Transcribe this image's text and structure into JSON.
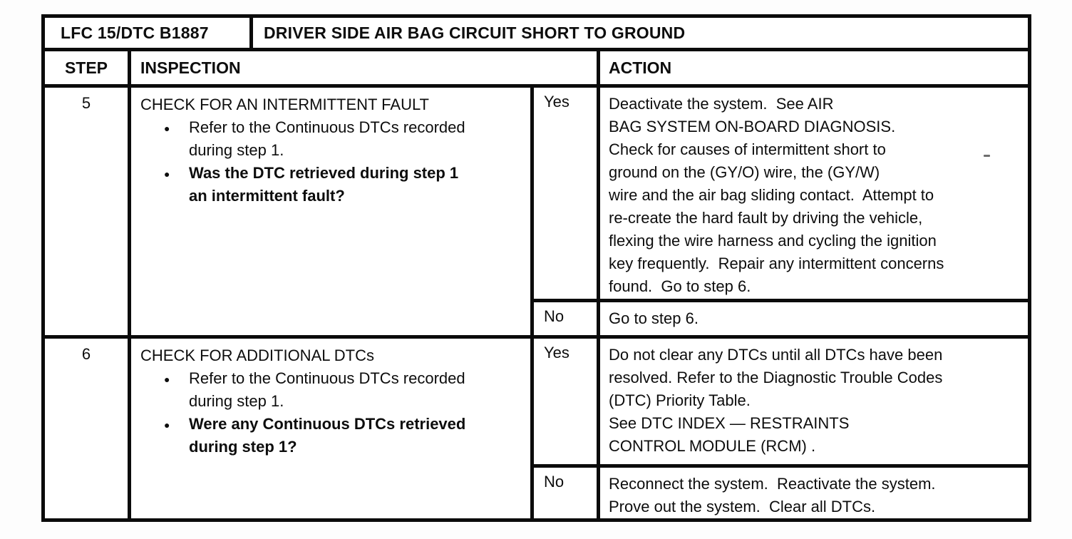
{
  "page": {
    "code": "LFC 15/DTC B1887",
    "title": "DRIVER SIDE AIR BAG CIRCUIT SHORT TO GROUND"
  },
  "headers": {
    "step": "STEP",
    "inspection": "INSPECTION",
    "action": "ACTION"
  },
  "steps": [
    {
      "number": "5",
      "inspection": {
        "title": "CHECK FOR AN INTERMITTENT FAULT",
        "bullets": [
          {
            "text": "Refer to the Continuous DTCs recorded\nduring step 1."
          },
          {
            "text": "Was the DTC retrieved during step 1\nan intermittent fault?"
          }
        ]
      },
      "branches": [
        {
          "answer": "Yes",
          "action": "Deactivate the system.  See AIR\nBAG SYSTEM ON-BOARD DIAGNOSIS.\nCheck for causes of intermittent short to\nground on the (GY/O) wire, the (GY/W)\nwire and the air bag sliding contact.  Attempt to\nre-create the hard fault by driving the vehicle,\nflexing the wire harness and cycling the ignition\nkey frequently.  Repair any intermittent concerns\nfound.  Go to step 6."
        },
        {
          "answer": "No",
          "action": "Go to step 6."
        }
      ]
    },
    {
      "number": "6",
      "inspection": {
        "title": "CHECK FOR ADDITIONAL DTCs",
        "bullets": [
          {
            "text": "Refer to the Continuous DTCs recorded\nduring step 1."
          },
          {
            "text": "Were any Continuous DTCs retrieved\nduring step 1?"
          }
        ]
      },
      "branches": [
        {
          "answer": "Yes",
          "action": "Do not clear any DTCs until all DTCs have been\nresolved. Refer to the Diagnostic Trouble Codes\n(DTC) Priority Table.\nSee DTC INDEX — RESTRAINTS\nCONTROL MODULE (RCM) ."
        },
        {
          "answer": "No",
          "action": "Reconnect the system.  Reactivate the system.\nProve out the system.  Clear all DTCs."
        }
      ]
    }
  ]
}
